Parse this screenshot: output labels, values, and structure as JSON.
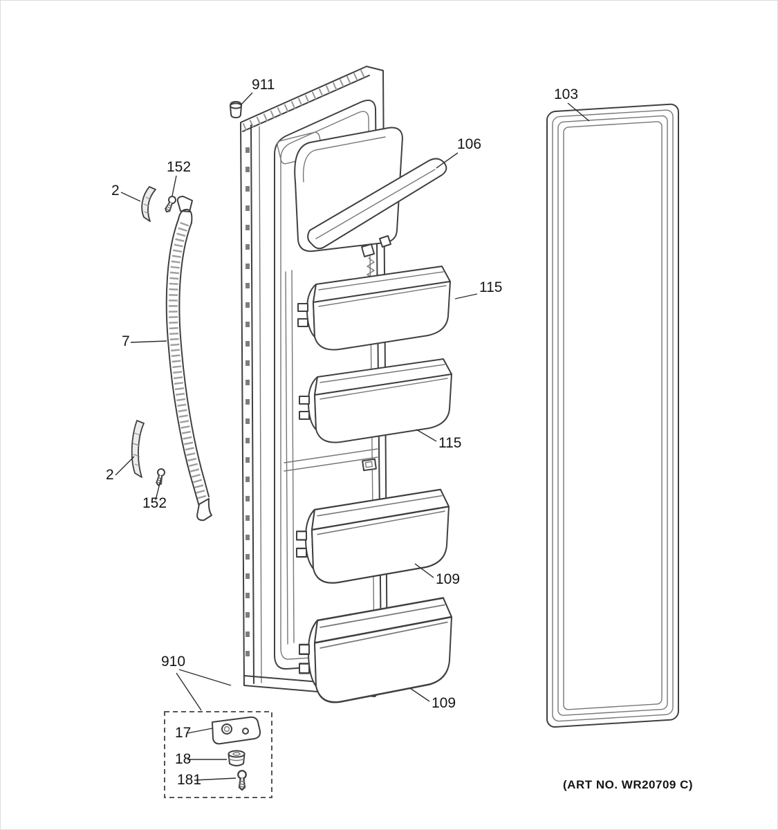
{
  "figure": {
    "art_no": "(ART NO. WR20709 C)"
  },
  "callouts": {
    "plug_top": "911",
    "gasket": "103",
    "dairy_lid": "106",
    "endcap_top": "2",
    "screw_top": "152",
    "handle": "7",
    "bin_115_upper": "115",
    "bin_115_lower": "115",
    "endcap_bottom": "2",
    "screw_bottom": "152",
    "bin_109_upper": "109",
    "bin_109_lower": "109",
    "hinge_kit": "910",
    "hinge_bracket": "17",
    "hinge_bushing": "18",
    "hinge_screw": "181"
  }
}
